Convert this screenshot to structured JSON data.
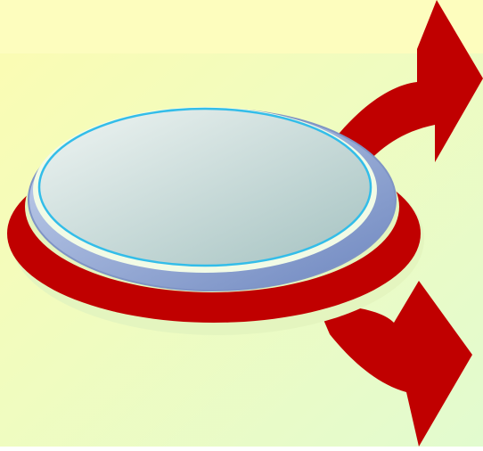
{
  "diagram": {
    "type": "process-hub",
    "shapes": [
      {
        "name": "disc-hub",
        "shape": "layered-ellipse"
      },
      {
        "name": "arrow-upper",
        "shape": "curved-arrow",
        "direction": "up"
      },
      {
        "name": "arrow-lower",
        "shape": "curved-arrow",
        "direction": "down"
      }
    ],
    "labels": []
  },
  "colors": {
    "band": "#fdfdbe",
    "bg_top": "#fcfcb2",
    "bg_bottom": "#e2fbcf",
    "accent_red": "#c00000",
    "ring_blue": "#8aa0ce",
    "ring_green": "#e4f5bf",
    "face_light": "#e8f0ee",
    "face_dark": "#acc7c6",
    "face_outline": "#33bde9"
  }
}
